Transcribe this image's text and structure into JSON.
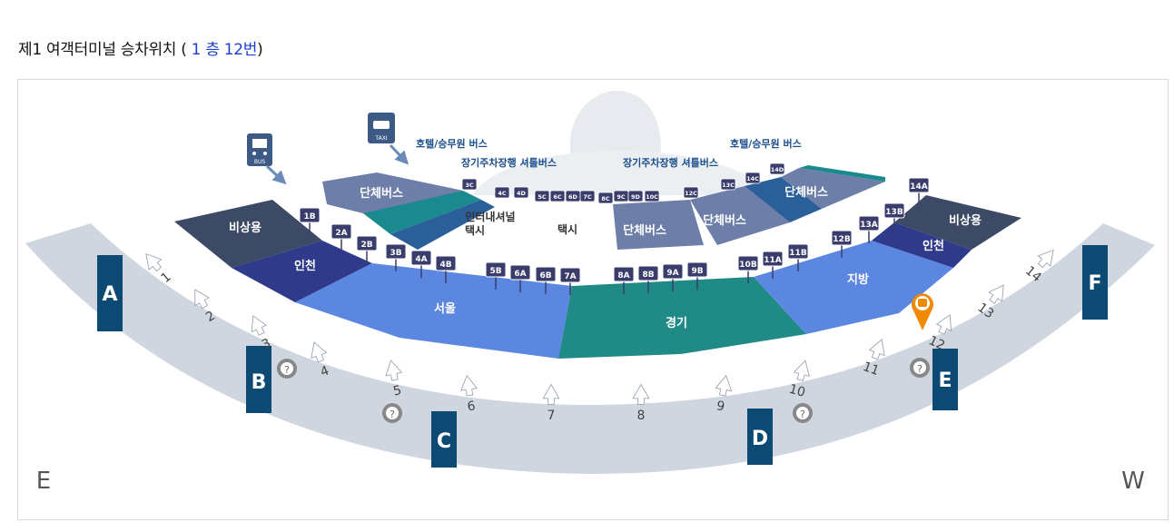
{
  "header": {
    "title_main": "제1 여객터미널 승차위치",
    "paren_open": " ( ",
    "floor_num": "1",
    "floor_word": "층",
    "stop_no": "12번",
    "paren_close": ")"
  },
  "map": {
    "compass_left": "E",
    "compass_right": "W",
    "gates": [
      "A",
      "B",
      "C",
      "D",
      "E",
      "F"
    ],
    "door_numbers": [
      "1",
      "2",
      "3",
      "4",
      "5",
      "6",
      "7",
      "8",
      "9",
      "10",
      "11",
      "12",
      "13",
      "14"
    ],
    "zones": {
      "emergency_left": "비상용",
      "incheon_left": "인천",
      "seoul": "서울",
      "gyeonggi": "경기",
      "jibang": "지방",
      "incheon_right": "인천",
      "emergency_right": "비상용",
      "group_bus_left": "단체버스",
      "group_bus_mid": "단체버스",
      "group_bus_center": "단체버스",
      "group_bus_right": "단체버스",
      "taxi": "택시",
      "interterminal_shuttle_1": "인터내셔널",
      "interterminal_shuttle_2": "택시"
    },
    "annotations": {
      "hotel_left": "호텔/승무원 버스",
      "parking_left": "장기주차장행 셔틀버스",
      "parking_right": "장기주차장행 셔틀버스",
      "hotel_right": "호텔/승무원 버스"
    },
    "icons": {
      "bus_label": "BUS",
      "taxi_label": "TAXI"
    },
    "front_stops": [
      "1B",
      "2A",
      "2B",
      "3B",
      "4A",
      "4B",
      "5B",
      "6A",
      "6B",
      "7A",
      "8A",
      "8B",
      "9A",
      "9B",
      "10B",
      "11A",
      "11B",
      "12B",
      "13A",
      "13B",
      "14A"
    ],
    "back_stops": [
      "3C",
      "4C",
      "4D",
      "5C",
      "6C",
      "6D",
      "7C",
      "8C",
      "9C",
      "9D",
      "10C",
      "12C",
      "13C",
      "14C",
      "14D"
    ],
    "current_location_icon": "bus-location-pin-icon",
    "info_icon": "help-icon"
  },
  "colors": {
    "emergency": "#3d4a66",
    "incheon": "#2f3a8a",
    "seoul": "#5b87e0",
    "gyeonggi": "#1f8a86",
    "jibang": "#5b87e0",
    "gate": "#0d4a73",
    "walkway": "#d0d6df",
    "pin": "#f08a00",
    "link": "#1a3fd1"
  }
}
